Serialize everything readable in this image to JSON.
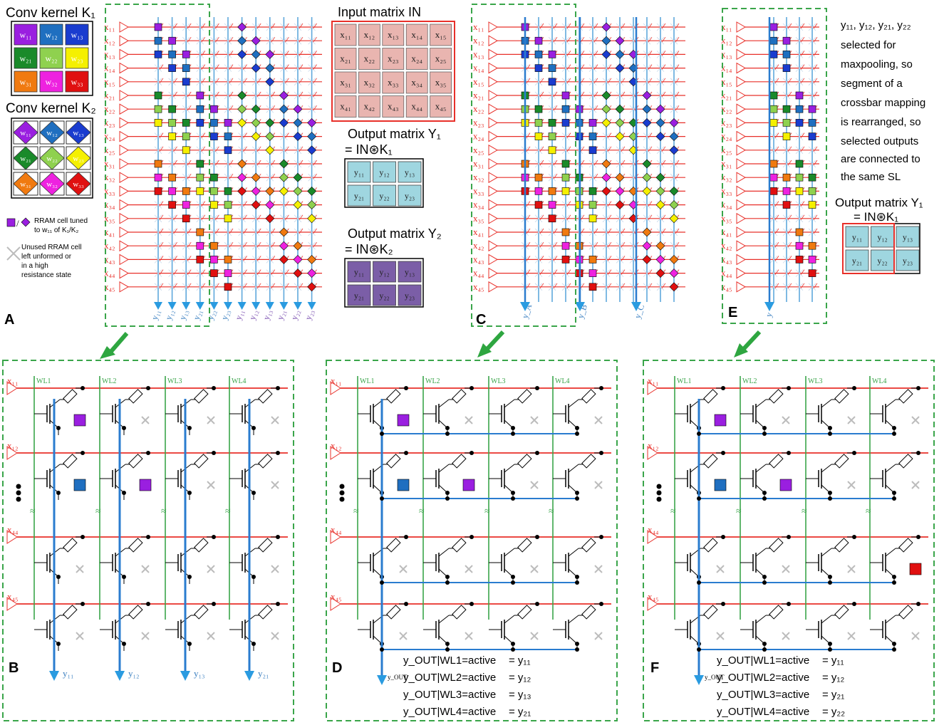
{
  "panel_labels": [
    "A",
    "B",
    "C",
    "D",
    "E",
    "F"
  ],
  "colors": {
    "red_line": "#e8302a",
    "blue_line": "#5fa8dc",
    "dashed_green": "#3aa54a",
    "wl_green": "#3aa54a",
    "bitline_blue": "#2a7ccf",
    "arrow_green": "#2ea640",
    "unused_gray": "#bcbcbc",
    "input_fill": "#e9b5b0",
    "output1_fill": "#9fd6e0",
    "output2_fill": "#7b5ea7",
    "purple": "#9a1fe0",
    "blue": "#1f6fc0",
    "navy": "#1a3ccf",
    "green": "#1a8a2a",
    "lightgreen": "#8fd14f",
    "yellow": "#f5f000",
    "orange": "#f07a10",
    "magenta": "#ee22e0",
    "red": "#e01010"
  },
  "kernel1": {
    "title": "Conv kernel K₁",
    "cells": [
      "w₁₁",
      "w₁₂",
      "w₁₃",
      "w₂₁",
      "w₂₂",
      "w₂₃",
      "w₃₁",
      "w₃₂",
      "w₃₃"
    ],
    "colors": [
      "#9a1fe0",
      "#1f6fc0",
      "#1a3ccf",
      "#1a8a2a",
      "#8fd14f",
      "#f5f000",
      "#f07a10",
      "#ee22e0",
      "#e01010"
    ]
  },
  "kernel2": {
    "title": "Conv kernel K₂",
    "cells": [
      "w₁₁",
      "w₁₂",
      "w₁₃",
      "w₂₁",
      "w₂₂",
      "w₂₃",
      "w₃₁",
      "w₃₂",
      "w₃₃"
    ]
  },
  "legend": {
    "tuned_cell": [
      "RRAM cell tuned",
      "to w₁₁ of K₁/K₂"
    ],
    "unused_cell": [
      "Unused RRAM cell",
      "left unformed or",
      "in a high",
      "resistance state"
    ]
  },
  "input_matrix": {
    "title": "Input matrix IN",
    "cells": [
      "x₁₁",
      "x₁₂",
      "x₁₃",
      "x₁₄",
      "x₁₅",
      "x₂₁",
      "x₂₂",
      "x₂₃",
      "x₂₄",
      "x₂₅",
      "x₃₁",
      "x₃₂",
      "x₃₃",
      "x₃₄",
      "x₃₅",
      "x₄₁",
      "x₄₂",
      "x₄₃",
      "x₄₄",
      "x₄₅"
    ]
  },
  "output1": {
    "title": "Output matrix Y₁",
    "equation": "= IN⊛K₁",
    "cells": [
      "y₁₁",
      "y₁₂",
      "y₁₃",
      "y₂₁",
      "y₂₂",
      "y₂₃"
    ]
  },
  "output2": {
    "title": "Output matrix Y₂",
    "equation": "= IN⊛K₂",
    "cells": [
      "y₁₁",
      "y₁₂",
      "y₁₃",
      "y₂₁",
      "y₂₂",
      "y₂₃"
    ]
  },
  "row_inputs": [
    "x₁₁",
    "x₁₂",
    "x₁₃",
    "x₁₄",
    "x₁₅",
    "x₂₁",
    "x₂₂",
    "x₂₃",
    "x₂₄",
    "x₂₅",
    "x₃₁",
    "x₃₂",
    "x₃₃",
    "x₃₄",
    "x₃₅",
    "x₄₁",
    "x₄₂",
    "x₄₃",
    "x₄₄",
    "x₄₅"
  ],
  "panel_a_outputs": [
    "y₁₁",
    "y₁₂",
    "y₁₃",
    "y₂₁",
    "y₂₂",
    "y₂₃",
    "y₁₁",
    "y₁₂",
    "y₁₃",
    "y₂₁",
    "y₂₂",
    "y₂₃"
  ],
  "panel_c_outputs": [
    "y_A",
    "y_B",
    "y_C"
  ],
  "panel_e_output": "y",
  "maxpool_note": [
    "y₁₁, y₁₂, y₂₁, y₂₂",
    "selected for",
    "maxpooling, so",
    "segment of a",
    "crossbar mapping",
    "is rearranged, so",
    "selected outputs",
    "are connected to",
    "the same SL"
  ],
  "output_e": {
    "title": "Output matrix Y₁",
    "equation": "= IN⊛K₁",
    "cells": [
      "y₁₁",
      "y₁₂",
      "y₁₃",
      "y₂₁",
      "y₂₂",
      "y₂₃"
    ]
  },
  "circuit_rows": [
    "x₁₁",
    "x₁₂",
    "x₄₄",
    "x₄₅"
  ],
  "wordlines": [
    "WL1",
    "WL2",
    "WL3",
    "WL4"
  ],
  "panel_b_outputs": [
    "y₁₁",
    "y₁₂",
    "y₁₃",
    "y₂₁"
  ],
  "y_out_label": "y_OUT",
  "panel_d_equations": [
    {
      "lhs": "y_OUT|WL1=active",
      "rhs": "= y₁₁"
    },
    {
      "lhs": "y_OUT|WL2=active",
      "rhs": "= y₁₂"
    },
    {
      "lhs": "y_OUT|WL3=active",
      "rhs": "= y₁₃"
    },
    {
      "lhs": "y_OUT|WL4=active",
      "rhs": "= y₂₁"
    }
  ],
  "panel_f_equations": [
    {
      "lhs": "y_OUT|WL1=active",
      "rhs": "= y₁₁"
    },
    {
      "lhs": "y_OUT|WL2=active",
      "rhs": "= y₁₂"
    },
    {
      "lhs": "y_OUT|WL3=active",
      "rhs": "= y₂₁"
    },
    {
      "lhs": "y_OUT|WL4=active",
      "rhs": "= y₂₂"
    }
  ]
}
